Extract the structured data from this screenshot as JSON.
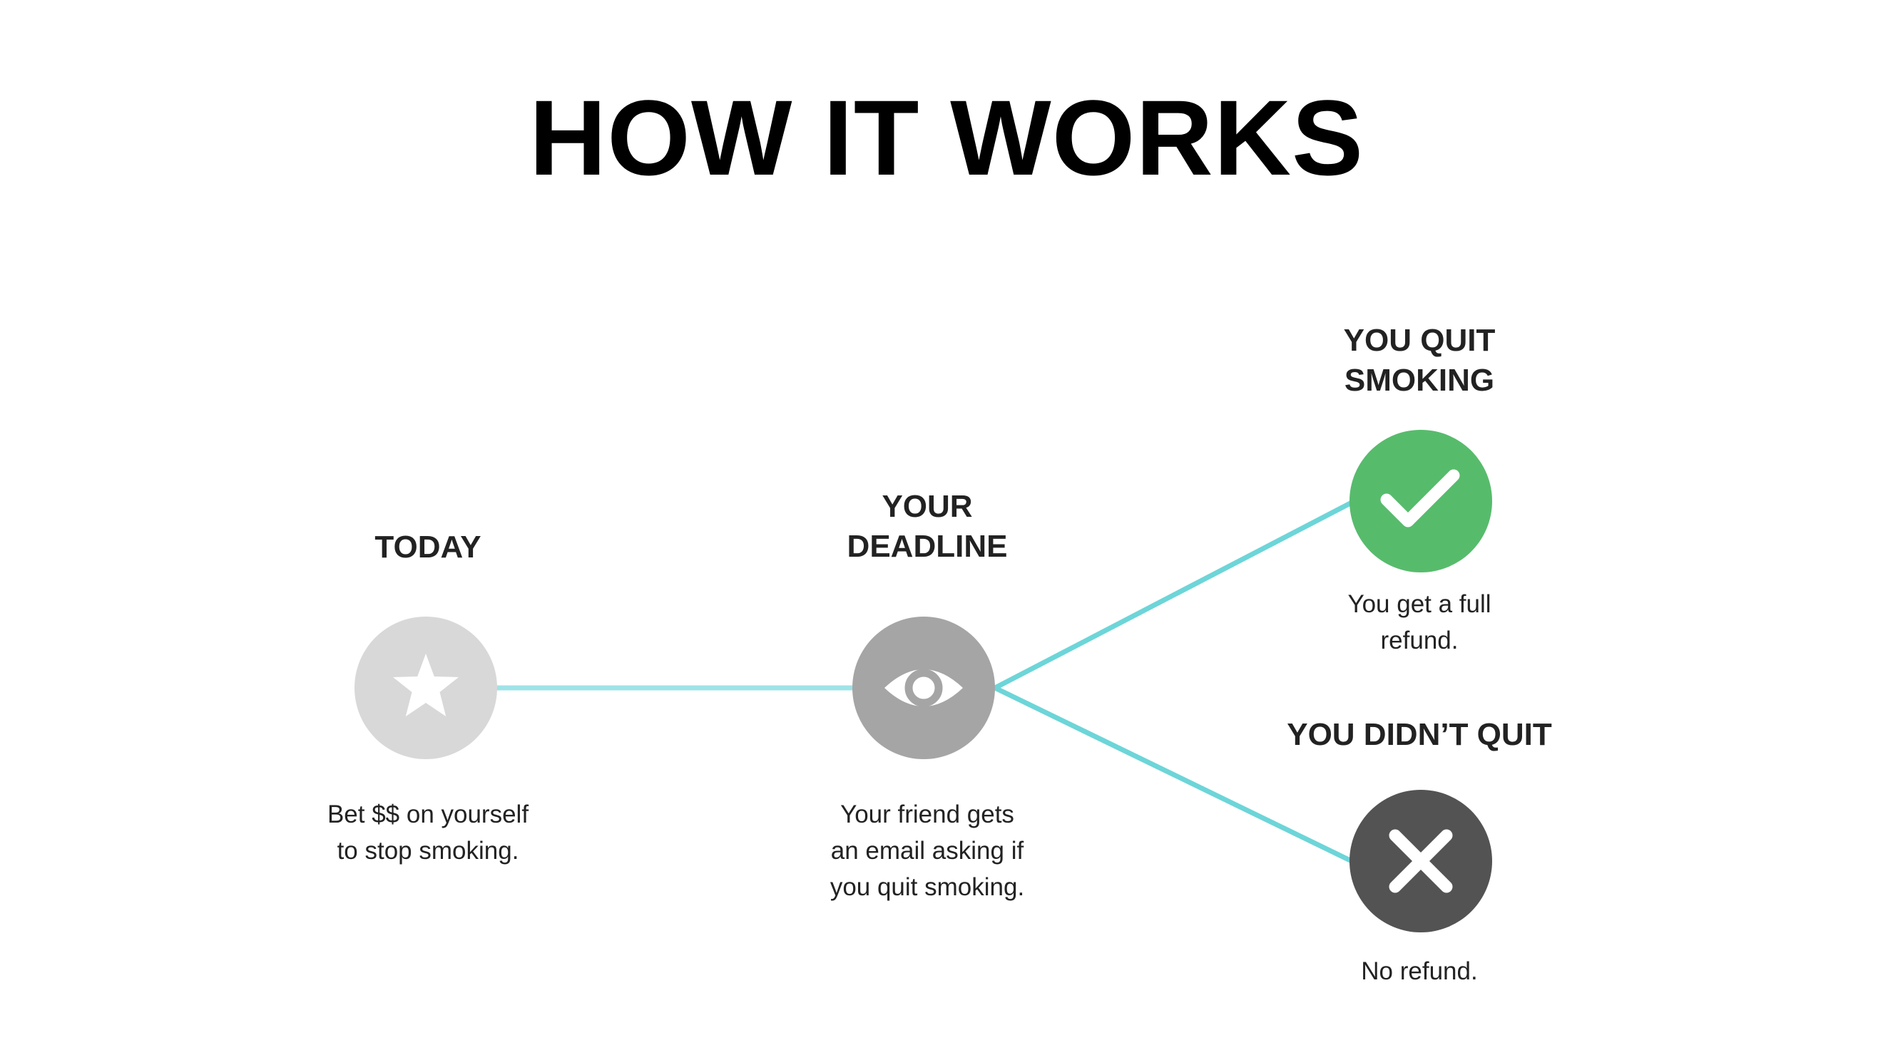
{
  "title": "HOW IT WORKS",
  "colors": {
    "connector_straight": "#9ee3e8",
    "connector_branch": "#6dd5d8",
    "today_circle": "#d8d8d8",
    "deadline_circle": "#a5a5a5",
    "success_circle": "#57bb6c",
    "fail_circle": "#535353",
    "icon": "#ffffff"
  },
  "steps": {
    "today": {
      "heading": "TODAY",
      "description": "Bet $$ on yourself\nto stop smoking.",
      "icon": "star-icon"
    },
    "deadline": {
      "heading": "YOUR\nDEADLINE",
      "description": "Your friend gets\nan email asking if\nyou quit smoking.",
      "icon": "eye-icon"
    },
    "quit": {
      "heading": "YOU QUIT\nSMOKING",
      "description": "You get a full\nrefund.",
      "icon": "checkmark-icon"
    },
    "not_quit": {
      "heading": "YOU DIDN’T QUIT",
      "description": "No refund.",
      "icon": "x-icon"
    }
  }
}
